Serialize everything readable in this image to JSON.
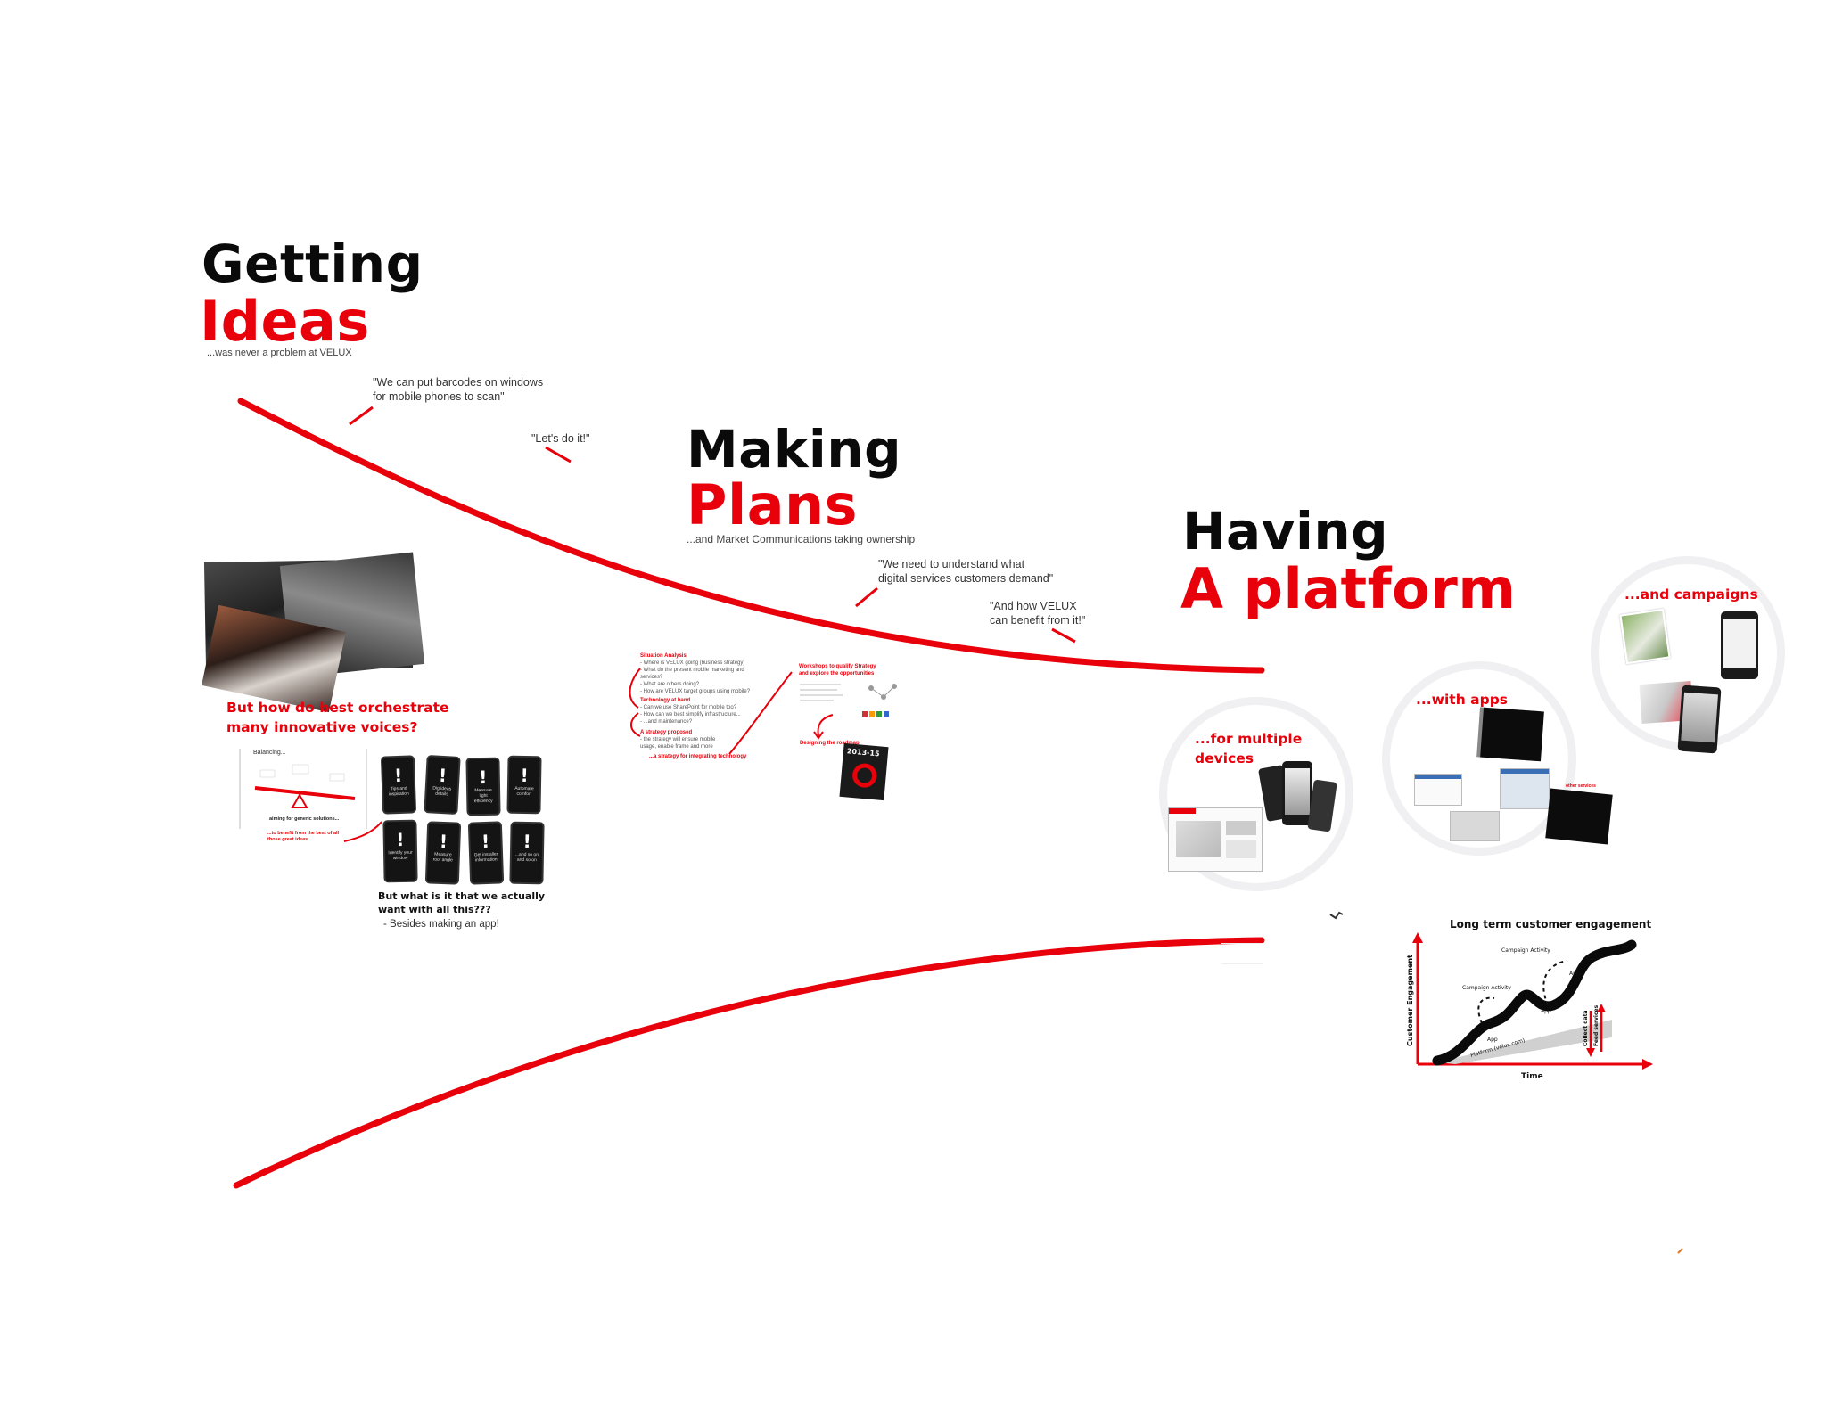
{
  "sections": {
    "ideas": {
      "line1": "Getting",
      "line2": "Ideas",
      "subtitle": "...was never a problem at VELUX"
    },
    "plans": {
      "line1": "Making",
      "line2": "Plans",
      "subtitle": "...and Market Communications taking ownership"
    },
    "platform": {
      "line1": "Having",
      "line2": "A platform"
    }
  },
  "quotes": {
    "barcodes": "\"We can put barcodes on windows for mobile phones to scan\"",
    "do_it": "\"Let's do it!\"",
    "understand": "\"We need to understand what digital services customers demand\"",
    "benefit": "\"And how VELUX can benefit from it!\""
  },
  "orchestrate": {
    "question": "But how do best orchestrate many innovative voices?"
  },
  "balancing": {
    "title": "Balancing...",
    "caption1": "aiming for generic solutions...",
    "caption2": "...to benefit from the best of all those great ideas"
  },
  "phones": [
    {
      "label": "Tips and inspiration"
    },
    {
      "label": "Dig ideas details"
    },
    {
      "label": "Measure light efficiency"
    },
    {
      "label": "Automate comfort"
    },
    {
      "label": "Identify your window"
    },
    {
      "label": "Measure roof angle"
    },
    {
      "label": "Get installer information"
    },
    {
      "label": "...and so on and so on"
    }
  ],
  "want": {
    "question": "But what is it that we actually want with all this???",
    "answer": "- Besides making an app!"
  },
  "plan_notes": {
    "h1": "Situation Analysis",
    "l1": [
      "- Where is VELUX going (business strategy)",
      "- What do the present mobile marketing and services?",
      "- What are others doing?",
      "- How are VELUX target groups using mobile?"
    ],
    "h2": "Technology at hand",
    "l2": [
      "- Can we use SharePoint for mobile too?",
      "- How can we best simplify infrastructure...",
      "- ...and maintenance?"
    ],
    "h3": "A strategy proposed",
    "l3": [
      "- the strategy will ensure mobile",
      "usage, enable frame and more"
    ],
    "h4": "...a strategy for integrating technology",
    "workshops": "Workshops to qualify Strategy and explore the opportunities",
    "roadmap": "Designing the roadmap",
    "book_year": "2013-15"
  },
  "platform_items": {
    "devices": "...for multiple devices",
    "apps": "...with apps",
    "campaigns": "...and campaigns",
    "small_note": "other services"
  },
  "engagement_chart": {
    "title": "Long term customer engagement",
    "ylabel": "Customer Engagement",
    "xlabel": "Time",
    "labels": {
      "campaign1": "Campaign Activity",
      "campaign2": "Campaign Activity",
      "app1": "App",
      "app2": "App",
      "app3": "App",
      "platform": "Platform (velux.com)",
      "collect": "Collect data",
      "feed": "Feed services"
    }
  },
  "colors": {
    "accent_red": "#e8000b",
    "text_black": "#0a0a0a",
    "circle_gray": "#f0f0f2"
  }
}
